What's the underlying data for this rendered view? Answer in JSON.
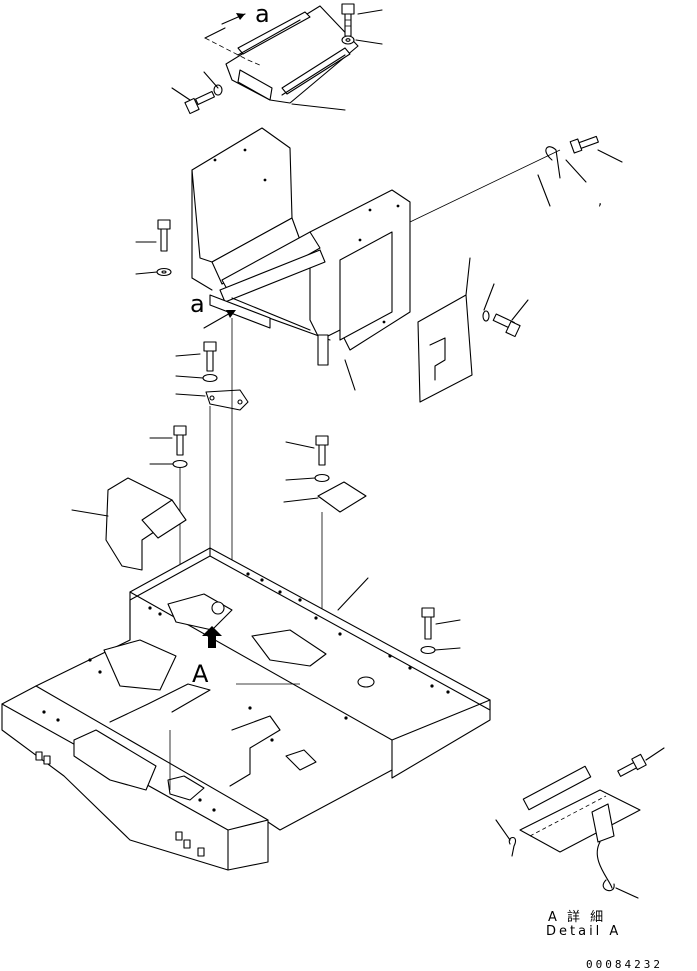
{
  "labels": {
    "view_a_lower_top": "a",
    "view_a_lower_mid": "a",
    "view_A": "A",
    "detail_jp": "A 詳 細",
    "detail_en": "Detail A",
    "drawing_code": "00084232",
    "tick_mark": ","
  }
}
